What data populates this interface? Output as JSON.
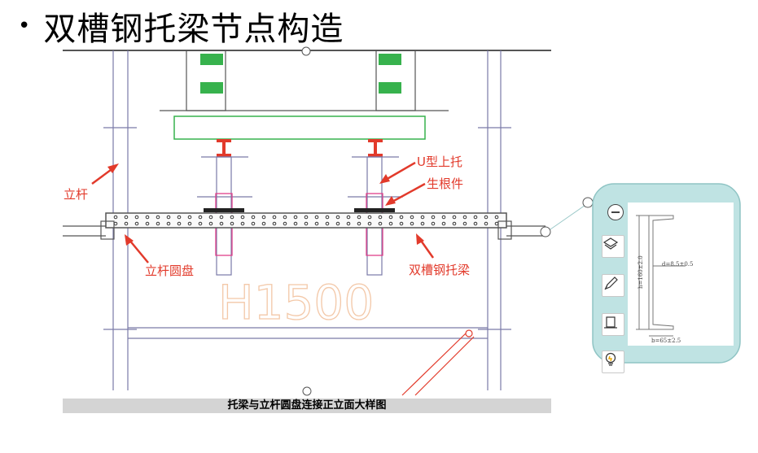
{
  "slide": {
    "bullet": "•",
    "title": "双槽钢托梁节点构造"
  },
  "drawing": {
    "caption": "托梁与立杆圆盘连接正立面大样图",
    "height_mark": "H1500",
    "labels": {
      "pole": "立杆",
      "u_support": "U型上托",
      "embed": "生根件",
      "pole_disc": "立杆圆盘",
      "double_channel": "双槽钢托梁"
    },
    "colors": {
      "line": "#7a7aa8",
      "red": "#e23a2b",
      "green": "#37b24d",
      "pink": "#e0408a",
      "mark": "#f3c8a8"
    }
  },
  "detail": {
    "dim_vertical": "h=160±2.0",
    "dim_thickness": "d=8.5±0.5",
    "dim_bottom": "b=65±2.5",
    "panel_color": "#bfe3e3"
  },
  "toolbar": {
    "minus_icon": "minus-circle-icon",
    "layers_icon": "layers-icon",
    "pen_icon": "pen-icon",
    "frame_icon": "frame-icon",
    "idea_icon": "lightbulb-icon"
  }
}
